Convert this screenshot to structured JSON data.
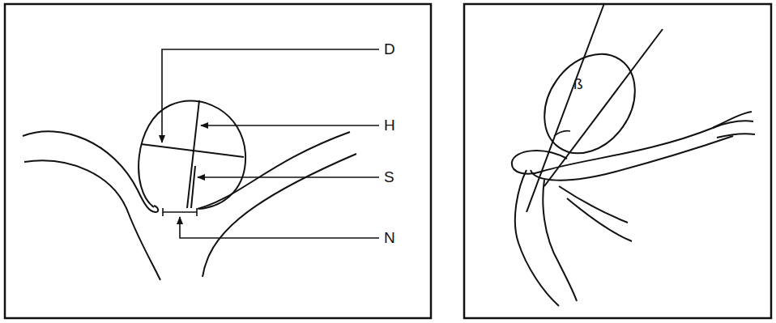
{
  "diagram": {
    "labels": [
      "D",
      "H",
      "S",
      "N",
      "ß"
    ]
  }
}
